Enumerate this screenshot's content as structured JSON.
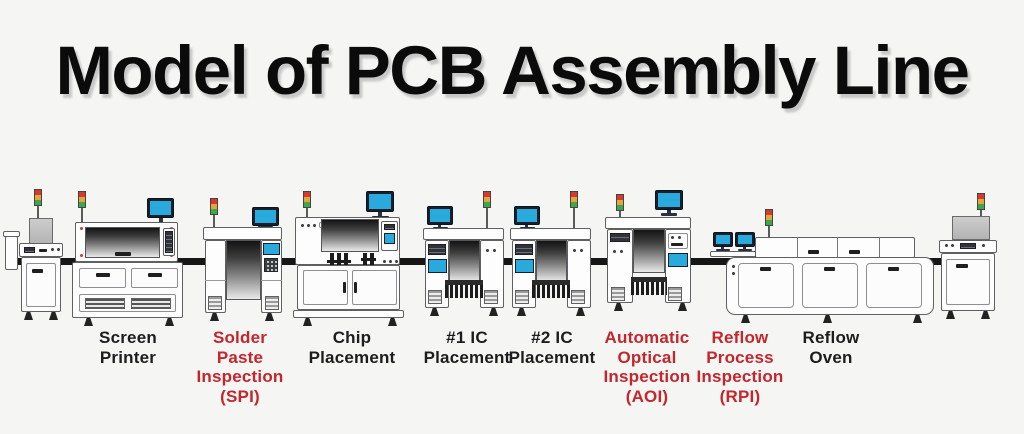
{
  "title": {
    "text": "Model of PCB Assembly Line"
  },
  "palette": {
    "background": "#f5f5f3",
    "title_color": "#0b0b0b",
    "title_shadow": "#c7c7c7",
    "label_black": "#1d1d1f",
    "label_red": "#c2272d",
    "machine_outline": "#5f6062",
    "machine_fill": "#fdfdfd",
    "conveyor_belt_black": "#161616",
    "monitor_screen_cyan": "#2aa9dc",
    "monitor_frame": "#15202b",
    "stack_light_red": "#d6392e",
    "stack_light_amber": "#e2a63d",
    "stack_light_green": "#3da74a",
    "hood_gray": "#c2c2c2"
  },
  "stations": [
    {
      "label_lines": [
        "Screen",
        "Printer"
      ],
      "label_color": "#1d1d1f"
    },
    {
      "label_lines": [
        "Solder",
        "Paste",
        "Inspection",
        "(SPI)"
      ],
      "label_color": "#c2272d"
    },
    {
      "label_lines": [
        "Chip",
        "Placement"
      ],
      "label_color": "#1d1d1f"
    },
    {
      "label_lines": [
        "#1 IC",
        "Placement"
      ],
      "label_color": "#1d1d1f"
    },
    {
      "label_lines": [
        "#2 IC",
        "Placement"
      ],
      "label_color": "#1d1d1f"
    },
    {
      "label_lines": [
        "Automatic",
        "Optical",
        "Inspection",
        "(AOI)"
      ],
      "label_color": "#c2272d"
    },
    {
      "label_lines": [
        "Reflow",
        "Process",
        "Inspection",
        "(RPI)"
      ],
      "label_color": "#c2272d"
    },
    {
      "label_lines": [
        "Reflow",
        "Oven"
      ],
      "label_color": "#1d1d1f"
    }
  ]
}
